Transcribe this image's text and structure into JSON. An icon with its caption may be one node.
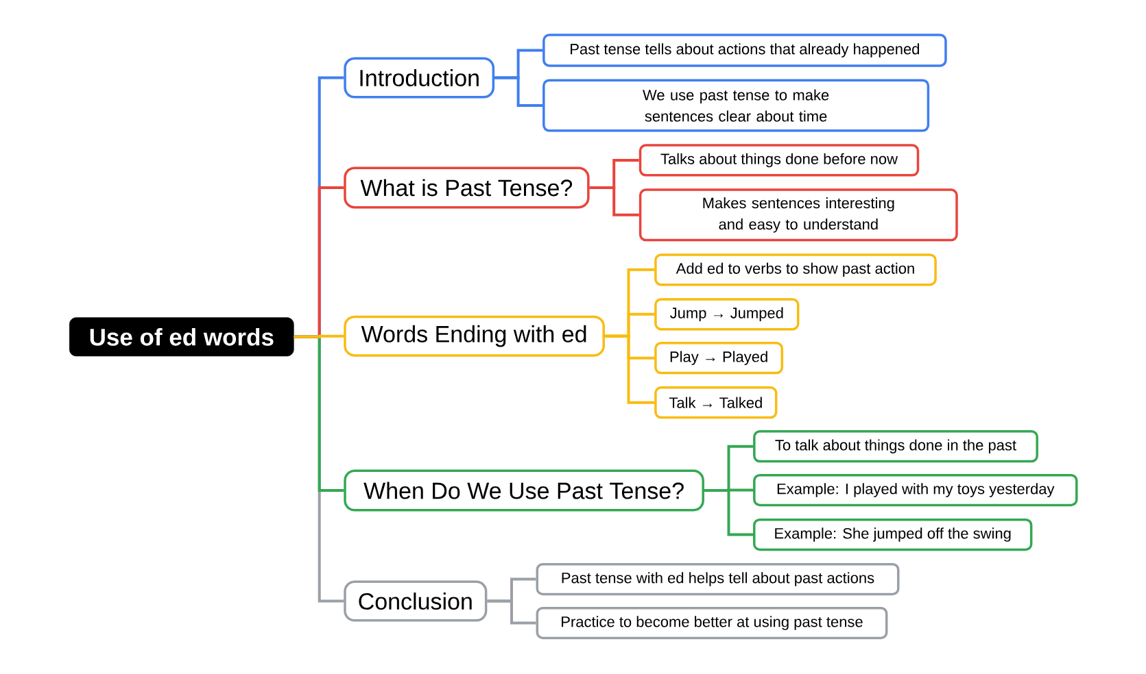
{
  "diagram": {
    "nodes": [
      {
        "text": [
          "Use of ed words"
        ]
      },
      {
        "text": [
          "Introduction"
        ]
      },
      {
        "text": [
          "Past tense tells about actions that already happened"
        ]
      },
      {
        "text": [
          "We use past tense to make sentences clear about time"
        ]
      },
      {
        "text": [
          "What is Past Tense?"
        ]
      },
      {
        "text": [
          "Talks about things done before now"
        ]
      },
      {
        "text": [
          "Makes sentences interesting and easy to understand"
        ]
      },
      {
        "text": [
          "Words Ending with ed"
        ]
      },
      {
        "text": [
          "Add ed to verbs to show past action"
        ]
      },
      {
        "text": [
          "Jump → Jumped"
        ]
      },
      {
        "text": [
          "Play → Played"
        ]
      },
      {
        "text": [
          "Talk → Talked"
        ]
      },
      {
        "text": [
          "When Do We Use Past Tense?"
        ]
      },
      {
        "text": [
          "To talk about things done in the past"
        ]
      },
      {
        "text": [
          "Example: I played with my toys yesterday"
        ]
      },
      {
        "text": [
          "Example: She jumped off the swing"
        ]
      },
      {
        "text": [
          "Conclusion"
        ]
      },
      {
        "text": [
          "Past tense with ed helps tell about past actions"
        ]
      },
      {
        "text": [
          "Practice to become better at using past tense"
        ]
      }
    ],
    "edges": [
      {
        "from": 0,
        "to": 1,
        "arrow": "none",
        "color": "#3f7ff0"
      },
      {
        "from": 1,
        "to": 2,
        "arrow": "none",
        "color": "#3f7ff0"
      },
      {
        "from": 1,
        "to": 3,
        "arrow": "none",
        "color": "#3f7ff0"
      },
      {
        "from": 0,
        "to": 4,
        "arrow": "none",
        "color": "#e8453c"
      },
      {
        "from": 4,
        "to": 5,
        "arrow": "none",
        "color": "#e8453c"
      },
      {
        "from": 4,
        "to": 6,
        "arrow": "none",
        "color": "#e8453c"
      },
      {
        "from": 0,
        "to": 7,
        "arrow": "none",
        "color": "#f8bc12"
      },
      {
        "from": 7,
        "to": 8,
        "arrow": "none",
        "color": "#f8bc12"
      },
      {
        "from": 7,
        "to": 9,
        "arrow": "none",
        "color": "#f8bc12"
      },
      {
        "from": 7,
        "to": 10,
        "arrow": "none",
        "color": "#f8bc12"
      },
      {
        "from": 7,
        "to": 11,
        "arrow": "none",
        "color": "#f8bc12"
      },
      {
        "from": 0,
        "to": 12,
        "arrow": "none",
        "color": "#34a853"
      },
      {
        "from": 12,
        "to": 13,
        "arrow": "none",
        "color": "#34a853"
      },
      {
        "from": 12,
        "to": 14,
        "arrow": "none",
        "color": "#34a853"
      },
      {
        "from": 12,
        "to": 15,
        "arrow": "none",
        "color": "#34a853"
      },
      {
        "from": 0,
        "to": 16,
        "arrow": "none",
        "color": "#9aa0a6"
      },
      {
        "from": 16,
        "to": 17,
        "arrow": "none",
        "color": "#9aa0a6"
      },
      {
        "from": 16,
        "to": 18,
        "arrow": "none",
        "color": "#9aa0a6"
      }
    ]
  }
}
